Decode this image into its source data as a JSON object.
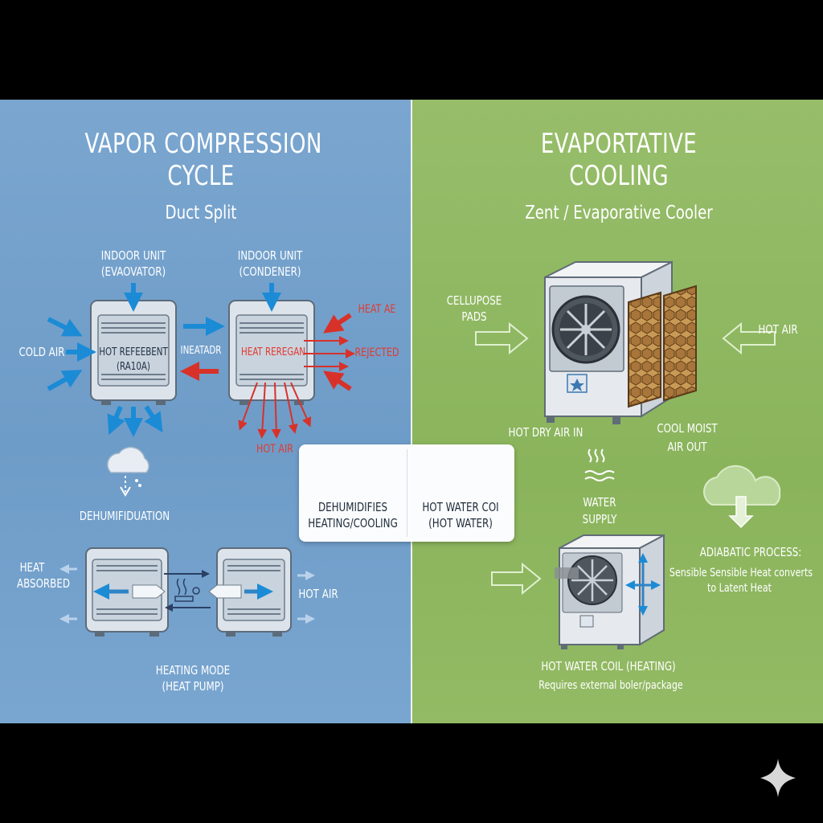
{
  "left": {
    "title_line1": "VAPOR COMPRESSION",
    "title_line2": "CYCLE",
    "subtitle": "Duct Split",
    "evap_label_1": "INDOOR UNIT",
    "evap_label_2": "(EVAOVATOR)",
    "cond_label_1": "INDOOR UNIT",
    "cond_label_2": "(CONDENER)",
    "cold_air": "COLD AIR",
    "evap_inner_1": "HOT REFEEBENT",
    "evap_inner_2": "(RA10A)",
    "mid_label": "INEATADR",
    "cond_inner": "HEAT REREGAN",
    "heat_ae": "HEAT AE",
    "rejected": "REJECTED",
    "hot_air_red": "HOT AIR",
    "dehumidification": "DEHUMIFIDUATION",
    "heat_absorbed_1": "HEAT",
    "heat_absorbed_2": "ABSORBED",
    "hot_air": "HOT AIR",
    "heating_mode_1": "HEATING MODE",
    "heating_mode_2": "(HEAT PUMP)"
  },
  "center": {
    "left_line1": "DEHUMIDIFIES",
    "left_line2": "HEATING/COOLING",
    "right_line1": "HOT WATER COI",
    "right_line2": "(HOT WATER)"
  },
  "right": {
    "title_line1": "EVAPORTATIVE",
    "title_line2": "COOLING",
    "subtitle": "Zent / Evaporative Cooler",
    "pads_1": "CELLUPOSE",
    "pads_2": "PADS",
    "hot_air": "HOT AIR",
    "hot_dry_air": "HOT DRY AIR IN",
    "cool_moist_1": "COOL MOIST",
    "cool_moist_2": "AIR OUT",
    "water_supply_1": "WATER",
    "water_supply_2": "SUPPLY",
    "adiabatic_title": "ADIABATIC PROCESS:",
    "adiabatic_1": "Sensible Sensible Heat converts",
    "adiabatic_2": "to Latent Heat",
    "coil_title": "HOT WATER COIL (HEATING)",
    "coil_sub": "Requires external boler/package"
  },
  "colors": {
    "left_bg": "#6e9cc8",
    "right_bg": "#8ab45c",
    "cold_arrow": "#1b8bd6",
    "hot_arrow": "#d8312a"
  }
}
